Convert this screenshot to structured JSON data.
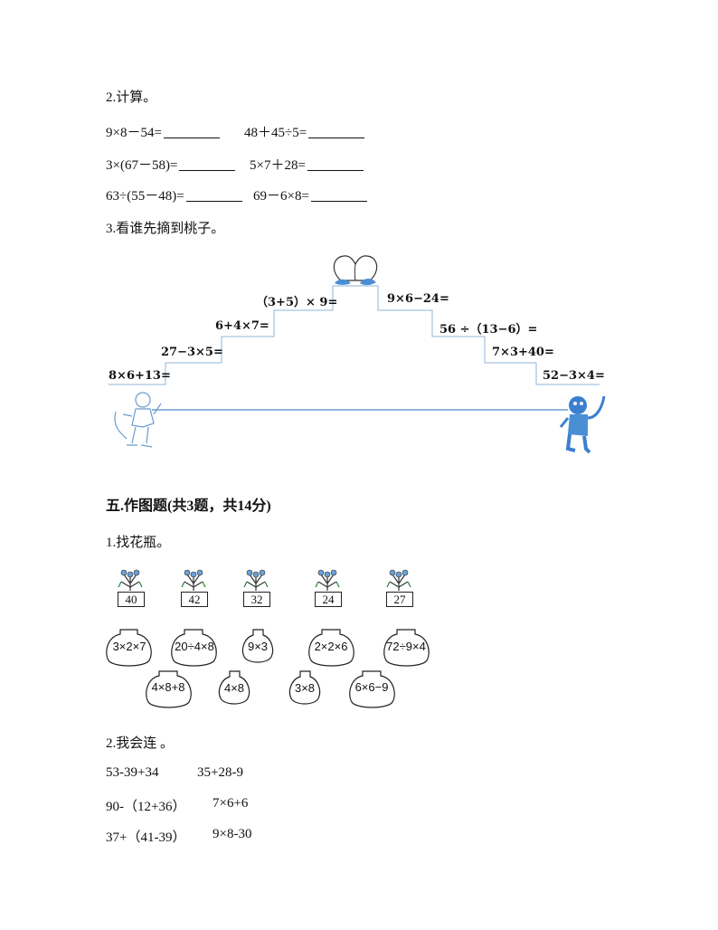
{
  "q2": {
    "title": "2.计算。",
    "rows": [
      [
        "9×8－54=",
        "48＋45÷5="
      ],
      [
        "3×(67－58)=",
        "5×7＋28="
      ],
      [
        "63÷(55－48)=",
        "69－6×8="
      ]
    ]
  },
  "q3": {
    "title": "3.看谁先摘到桃子。",
    "left_steps": [
      "8×6+13=",
      "27−3×5=",
      "6+4×7=",
      "（3+5）× 9="
    ],
    "right_steps": [
      "9×6−24=",
      "56 ÷（13−6）=",
      "7×3+40=",
      "52−3×4="
    ]
  },
  "section5": {
    "title": "五.作图题(共3题，共14分)"
  },
  "q5_1": {
    "title": "1.找花瓶。",
    "flower_numbers": [
      "40",
      "42",
      "32",
      "24",
      "27"
    ],
    "vases_row1": [
      "3×2×7",
      "20÷4×8",
      "9×3",
      "2×2×6",
      "72÷9×4"
    ],
    "vases_row2": [
      "4×8+8",
      "4×8",
      "3×8",
      "6×6−9"
    ]
  },
  "q5_2": {
    "title": "2.我会连 。",
    "rows": [
      [
        "53-39+34",
        "35+28-9"
      ],
      [
        "90-（12+36）",
        "7×6+6"
      ],
      [
        "37+（41-39）",
        "9×8-30"
      ]
    ]
  },
  "colors": {
    "line_blue": "#8fb4d8",
    "monkey_blue": "#3a7fd0"
  }
}
